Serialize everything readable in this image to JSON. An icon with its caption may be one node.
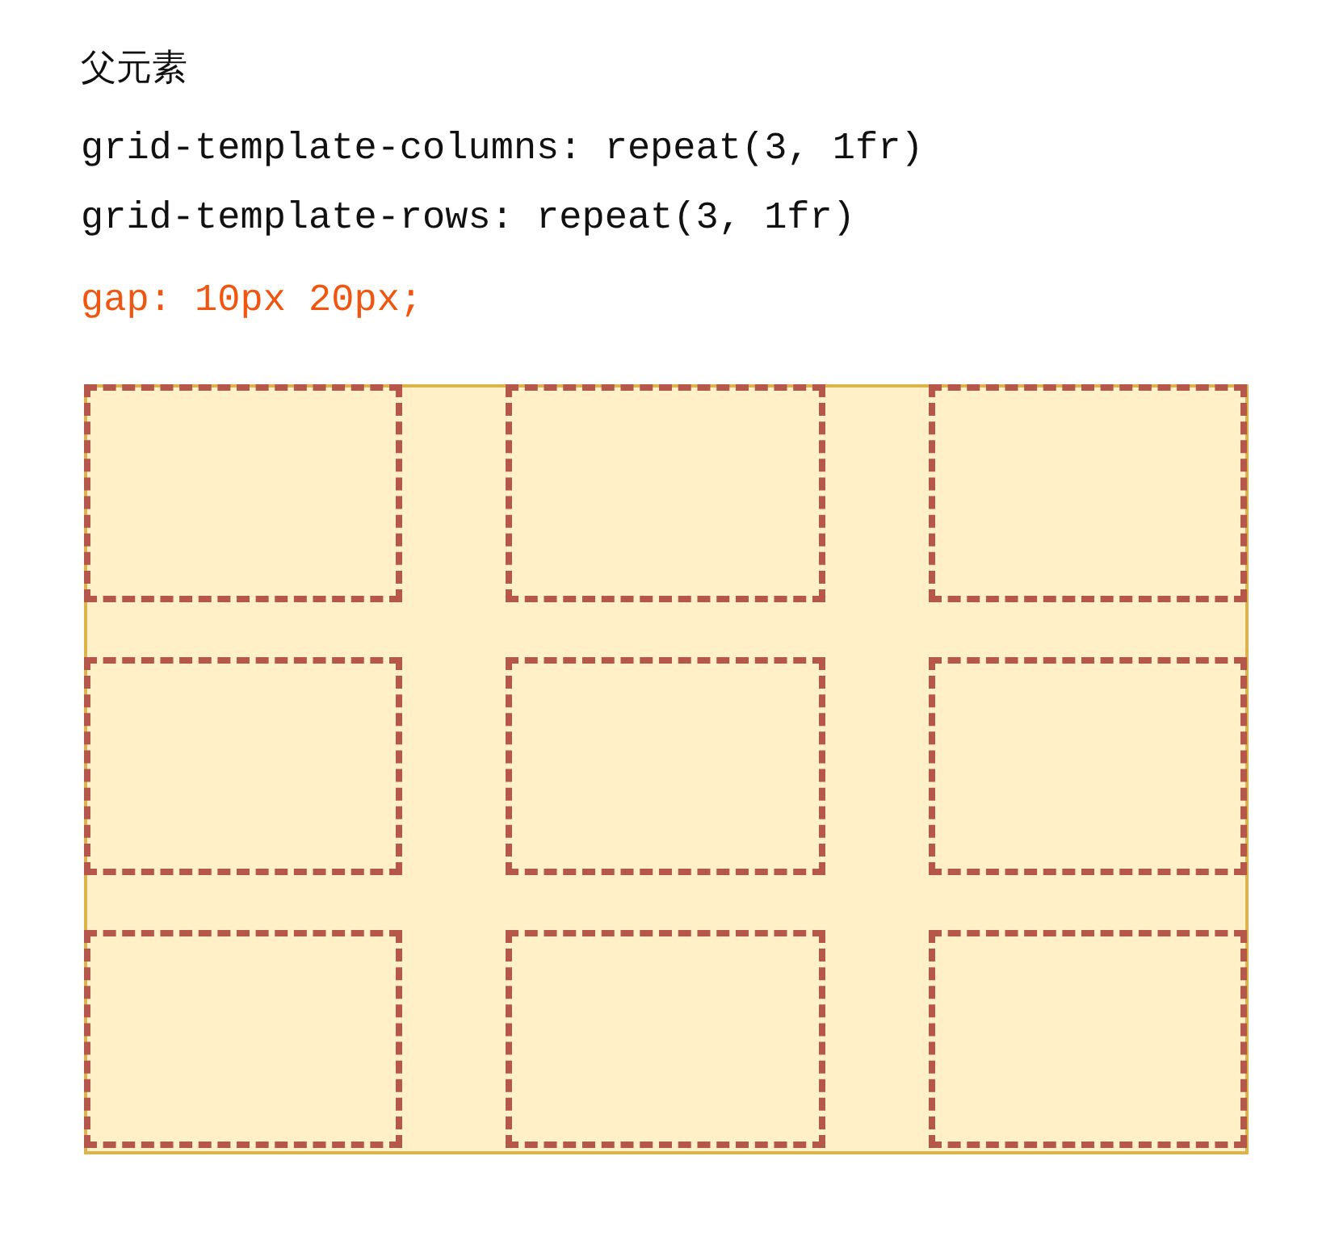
{
  "diagram": {
    "title": "父元素",
    "nodes": [
      {
        "text": [],
        "shape": "box"
      },
      {
        "text": [],
        "shape": "box",
        "in": 0
      },
      {
        "text": [],
        "shape": "box",
        "in": 0
      },
      {
        "text": [],
        "shape": "box",
        "in": 0
      },
      {
        "text": [],
        "shape": "box",
        "in": 0
      },
      {
        "text": [],
        "shape": "box",
        "in": 0
      },
      {
        "text": [],
        "shape": "box",
        "in": 0
      },
      {
        "text": [],
        "shape": "box",
        "in": 0
      },
      {
        "text": [],
        "shape": "box",
        "in": 0
      },
      {
        "text": [],
        "shape": "box",
        "in": 0
      }
    ],
    "labels": [
      "grid-template-columns: repeat(3, 1fr)",
      "grid-template-rows: repeat(3, 1fr)",
      "gap: 10px 20px;"
    ]
  }
}
